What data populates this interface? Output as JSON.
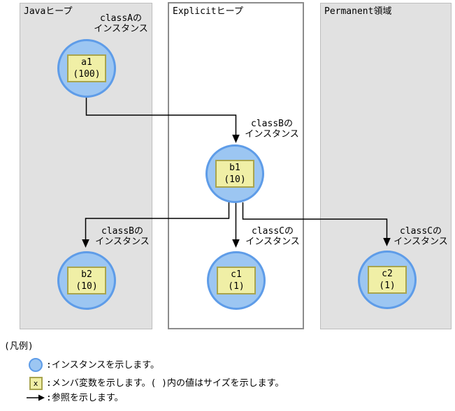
{
  "regions": [
    {
      "id": "java-heap",
      "title": "Javaヒープ"
    },
    {
      "id": "explicit-heap",
      "title": "Explicitヒープ"
    },
    {
      "id": "permanent-area",
      "title": "Permanent領域"
    }
  ],
  "nodes": [
    {
      "id": "a1",
      "name": "a1",
      "size": "(100)",
      "region": "java-heap"
    },
    {
      "id": "b1",
      "name": "b1",
      "size": "(10)",
      "region": "explicit-heap"
    },
    {
      "id": "b2",
      "name": "b2",
      "size": "(10)",
      "region": "java-heap"
    },
    {
      "id": "c1",
      "name": "c1",
      "size": "(1)",
      "region": "explicit-heap"
    },
    {
      "id": "c2",
      "name": "c2",
      "size": "(1)",
      "region": "permanent-area"
    }
  ],
  "labels": [
    {
      "id": "classA-instance",
      "text": "classAの\nインスタンス"
    },
    {
      "id": "classB-instance-b1",
      "text": "classBの\nインスタンス"
    },
    {
      "id": "classB-instance-b2",
      "text": "classBの\nインスタンス"
    },
    {
      "id": "classC-instance-c1",
      "text": "classCの\nインスタンス"
    },
    {
      "id": "classC-instance-c2",
      "text": "classCの\nインスタンス"
    }
  ],
  "references": [
    {
      "from": "a1",
      "to": "b1"
    },
    {
      "from": "b1",
      "to": "b2"
    },
    {
      "from": "b1",
      "to": "c1"
    },
    {
      "from": "b1",
      "to": "c2"
    }
  ],
  "legend": {
    "title": "(凡例)",
    "items": [
      {
        "icon": "instance-circle",
        "text": ":インスタンスを示します。"
      },
      {
        "icon": "member-variable-box",
        "icon_label": "x",
        "text": ":メンバ変数を示します。( )内の値はサイズを示します。"
      },
      {
        "icon": "reference-arrow",
        "text": ":参照を示します。"
      }
    ]
  },
  "colors": {
    "instance_fill": "#9cc6f2",
    "instance_border": "#5e9ce8",
    "member_box_fill": "#f0efa6",
    "member_box_border": "#a8a44e",
    "region_gray": "#e1e1e1",
    "explicit_border": "#8c8c8c",
    "arrow": "#000000"
  }
}
